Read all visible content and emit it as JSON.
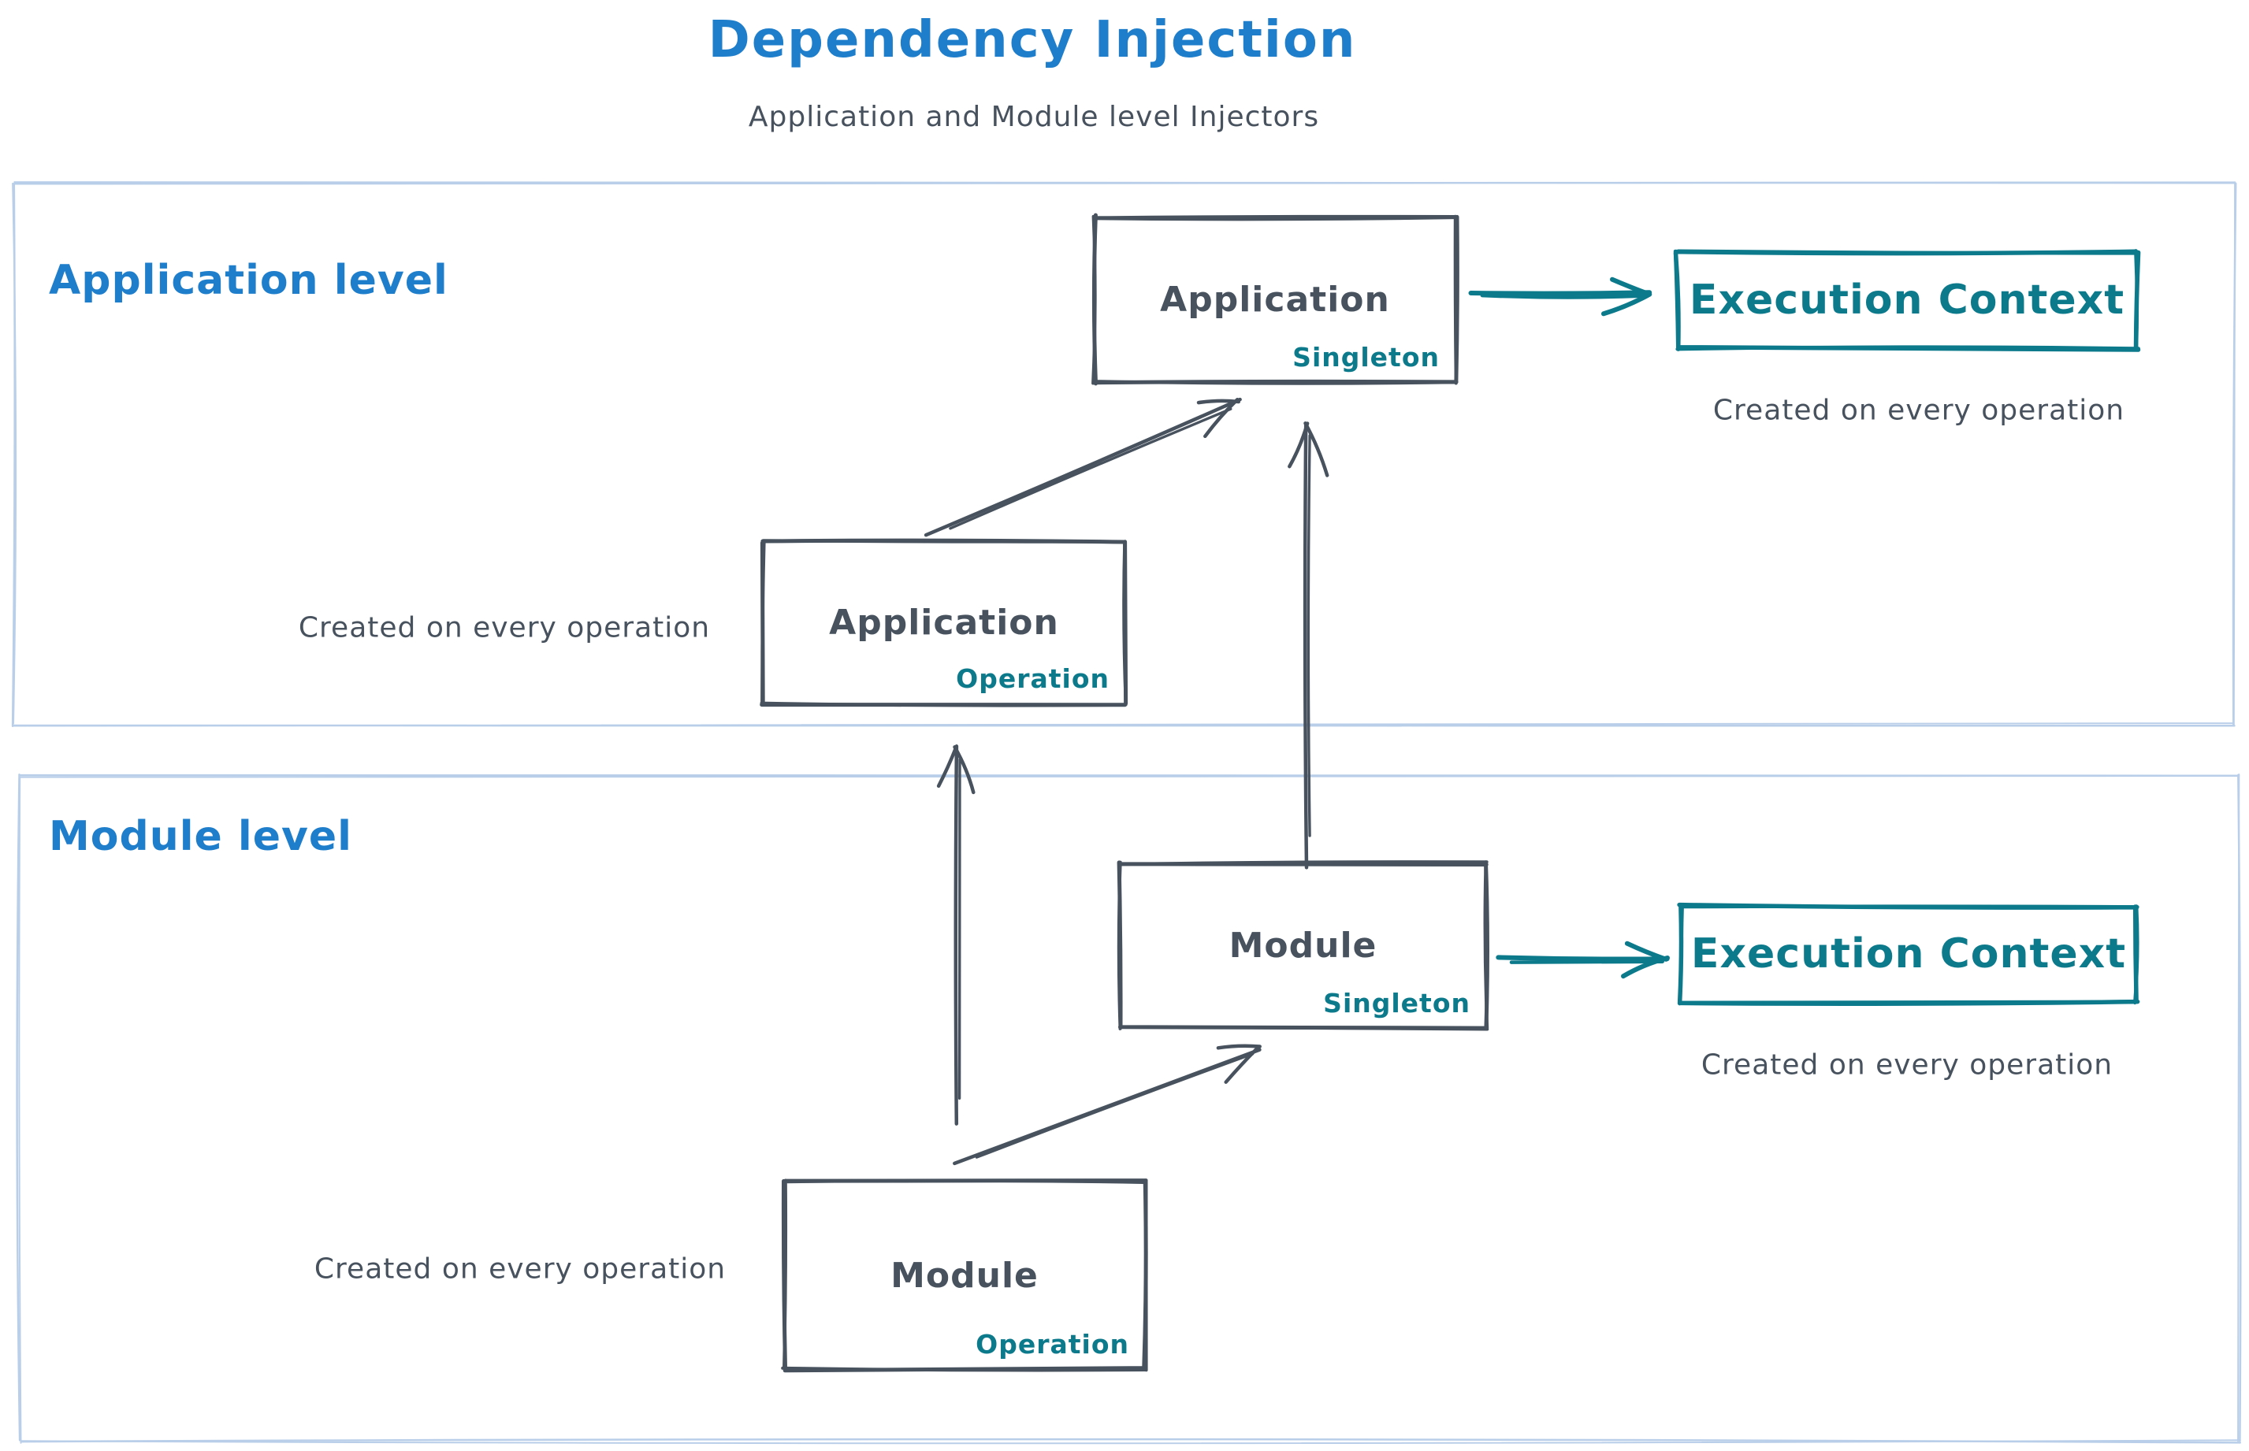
{
  "colors": {
    "blue": "#1e7ecb",
    "teal": "#0d7a8c",
    "ink": "#47525e",
    "section": "#b9cfe9",
    "bg": "#ffffff"
  },
  "header": {
    "title": "Dependency Injection",
    "subtitle": "Application and Module level Injectors"
  },
  "application_section": {
    "label": "Application level",
    "singleton_box": {
      "title": "Application",
      "scope": "Singleton"
    },
    "operation_box": {
      "title": "Application",
      "scope": "Operation"
    },
    "operation_note": "Created on every operation",
    "execution_context": {
      "title": "Execution Context",
      "note": "Created on every operation"
    }
  },
  "module_section": {
    "label": "Module level",
    "singleton_box": {
      "title": "Module",
      "scope": "Singleton"
    },
    "operation_box": {
      "title": "Module",
      "scope": "Operation"
    },
    "operation_note": "Created on every operation",
    "execution_context": {
      "title": "Execution Context",
      "note": "Created on every operation"
    }
  }
}
